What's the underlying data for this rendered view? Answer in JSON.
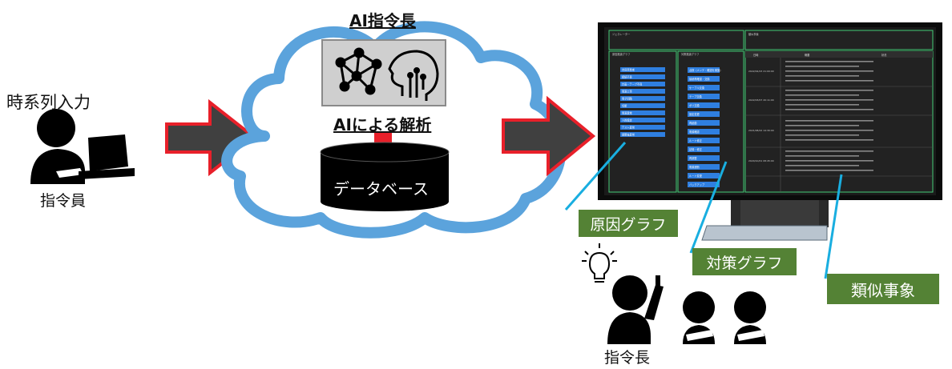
{
  "input_label": "時系列入力",
  "operator_label": "指令員",
  "ai_title": "AI指令長",
  "ai_analysis_label": "AIによる解析",
  "database_label": "データベース",
  "cause_graph_label": "原因グラフ",
  "countermeasure_graph_label": "対策グラフ",
  "similar_cases_label": "類似事象",
  "commander_label": "指令長",
  "colors": {
    "cloud": "#5BA3DC",
    "arrow_fill": "#404040",
    "arrow_stroke": "#e8202a",
    "green": "#548235",
    "screen": "#1a1a1a",
    "panel_btn": "#2f7fe0"
  },
  "screen": {
    "left_panel_title": "ジェネレーター",
    "cause_graph_title": "原因推論グラフ",
    "countermeasure_graph_title": "対策推論グラフ",
    "cause_nodes": [
      "合同事業者",
      "接続不良",
      "計画・テープ不良",
      "電源工事",
      "電子回路",
      "切断",
      "電源異常",
      "人的設定",
      "テスト異常",
      "調整後異常"
    ],
    "countermeasure_nodes": [
      "点検（メンテ・確認を実施）",
      "接続再確認・交換",
      "ケーブル交換",
      "テープ交換",
      "ボリ交換",
      "設定変更",
      "再起動",
      "電源確認",
      "ルート修正",
      "記録・修正",
      "再調整",
      "電源遮断",
      "ルート変更",
      "バックアップ"
    ],
    "similar_title": "類似事象",
    "similar_headers": [
      "日時",
      "概要",
      "状況"
    ],
    "similar_rows": [
      "2022/02/23 21:00:00",
      "2022/03/07 20:11:00",
      "2021/08/22 14:30:00",
      "2020/10/01 08:45:00"
    ]
  }
}
